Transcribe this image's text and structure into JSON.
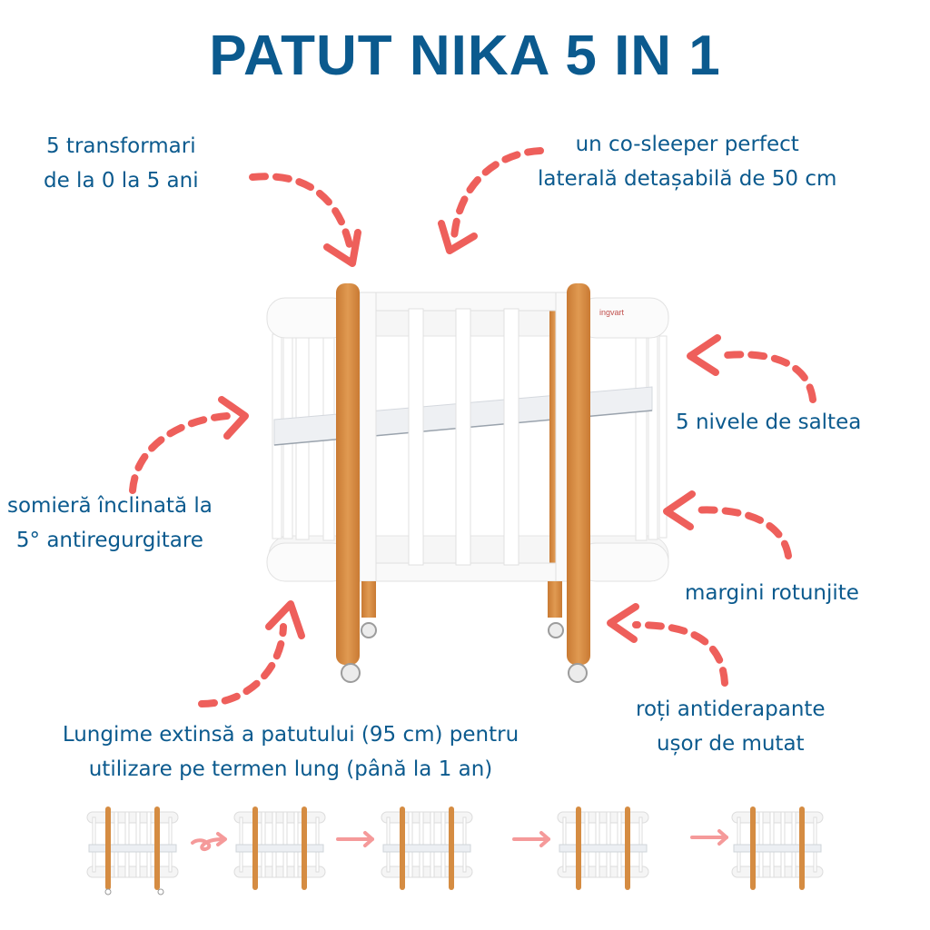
{
  "title": "PATUT NIKA 5 IN 1",
  "brand_label": "ingvart",
  "colors": {
    "text_blue": "#0b5a8e",
    "arrow_red": "#ee5f5b",
    "thumb_arrow_pink": "#f59a9a",
    "wood": "#d58c42",
    "white_frame": "#f7f7f7"
  },
  "features": [
    {
      "id": "transformations",
      "lines": [
        "5 transformari",
        "de la 0 la 5 ani"
      ]
    },
    {
      "id": "co-sleeper",
      "lines": [
        "un co-sleeper perfect",
        "laterală detașabilă de 50 cm"
      ]
    },
    {
      "id": "mattress-levels",
      "lines": [
        "5 nivele de saltea"
      ]
    },
    {
      "id": "inclined-base",
      "lines": [
        "somieră înclinată la",
        "5° antiregurgitare"
      ]
    },
    {
      "id": "rounded-edges",
      "lines": [
        "margini rotunjite"
      ]
    },
    {
      "id": "wheels",
      "lines": [
        "roți antiderapante",
        "ușor de mutat"
      ]
    },
    {
      "id": "extended-length",
      "lines": [
        "Lungime extinsă a patutului (95 cm) pentru",
        "utilizare pe termen lung (până la 1 an)"
      ]
    }
  ],
  "transformation_steps": [
    {
      "step": 1,
      "name": "oval-crib"
    },
    {
      "step": 2,
      "name": "co-sleeper"
    },
    {
      "step": 3,
      "name": "extended-crib"
    },
    {
      "step": 4,
      "name": "low-crib"
    },
    {
      "step": 5,
      "name": "toddler-bed"
    }
  ]
}
